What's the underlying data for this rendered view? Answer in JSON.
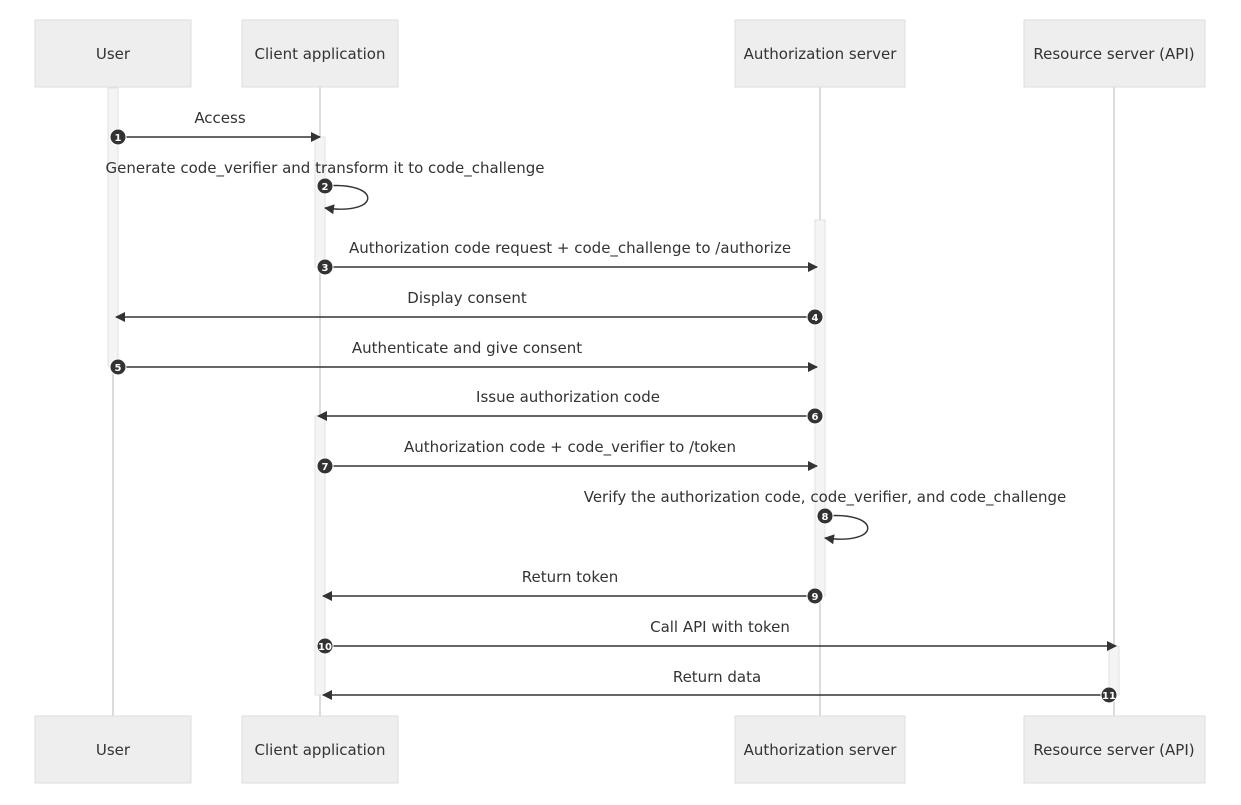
{
  "diagram": {
    "participants": [
      {
        "id": "user",
        "label": "User"
      },
      {
        "id": "client",
        "label": "Client application"
      },
      {
        "id": "auth",
        "label": "Authorization server"
      },
      {
        "id": "api",
        "label": "Resource server (API)"
      }
    ],
    "messages": [
      {
        "n": "1",
        "from": "user",
        "to": "client",
        "text": "Access"
      },
      {
        "n": "2",
        "from": "client",
        "to": "client",
        "text": "Generate code_verifier and transform it to code_challenge"
      },
      {
        "n": "3",
        "from": "client",
        "to": "auth",
        "text": "Authorization code request + code_challenge to /authorize"
      },
      {
        "n": "4",
        "from": "auth",
        "to": "user",
        "text": "Display consent"
      },
      {
        "n": "5",
        "from": "user",
        "to": "auth",
        "text": "Authenticate and give consent"
      },
      {
        "n": "6",
        "from": "auth",
        "to": "client",
        "text": "Issue authorization code"
      },
      {
        "n": "7",
        "from": "client",
        "to": "auth",
        "text": "Authorization code + code_verifier to /token"
      },
      {
        "n": "8",
        "from": "auth",
        "to": "auth",
        "text": "Verify the authorization code, code_verifier, and code_challenge"
      },
      {
        "n": "9",
        "from": "auth",
        "to": "client",
        "text": "Return token"
      },
      {
        "n": "10",
        "from": "client",
        "to": "api",
        "text": "Call API with token"
      },
      {
        "n": "11",
        "from": "api",
        "to": "client",
        "text": "Return data"
      }
    ]
  }
}
